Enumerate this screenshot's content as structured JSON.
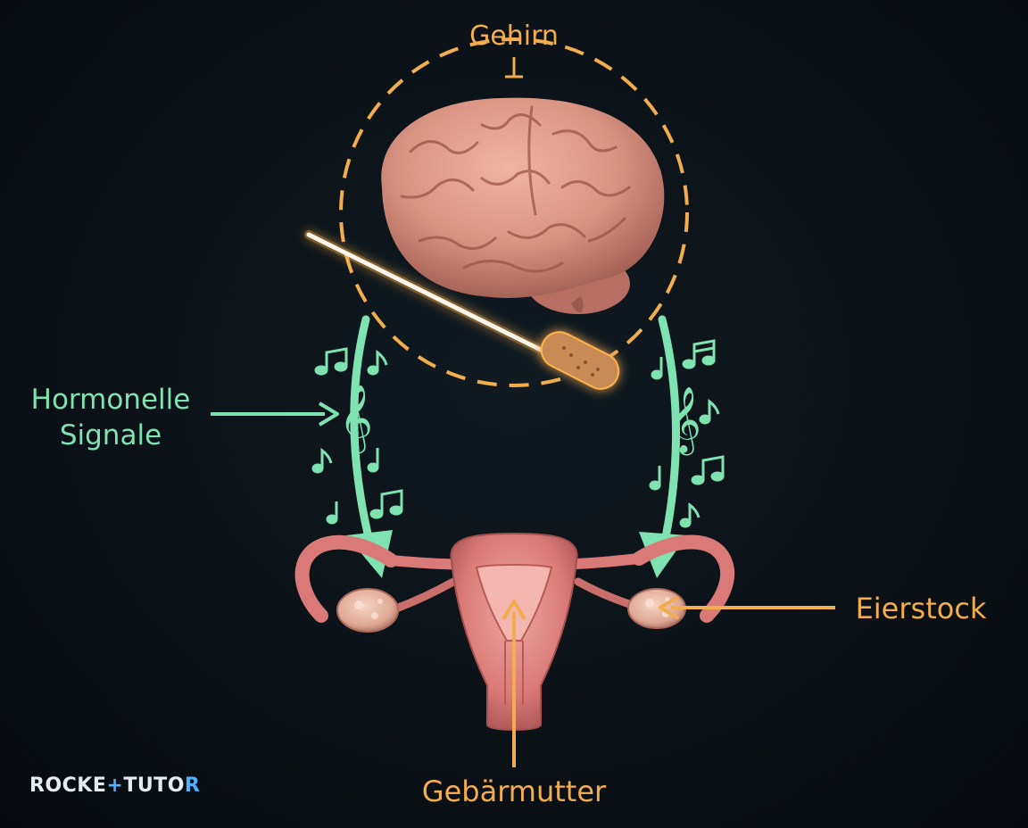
{
  "labels": {
    "brain": "Gehirn",
    "signals_line1": "Hormonelle",
    "signals_line2": "Signale",
    "ovary": "Eierstock",
    "uterus": "Gebärmutter"
  },
  "logo": {
    "part1": "ROCKE",
    "part2": "+",
    "part3": "TUTO",
    "part4": "R"
  },
  "colors": {
    "orange": "#f2ad4e",
    "green": "#7ee3b0",
    "brain": "#d99383",
    "tissue": "#d97a78",
    "background": "#0b1116"
  },
  "icons": {
    "conductor": "baton-icon",
    "notes": "music-note-icon",
    "clef": "treble-clef-icon"
  }
}
